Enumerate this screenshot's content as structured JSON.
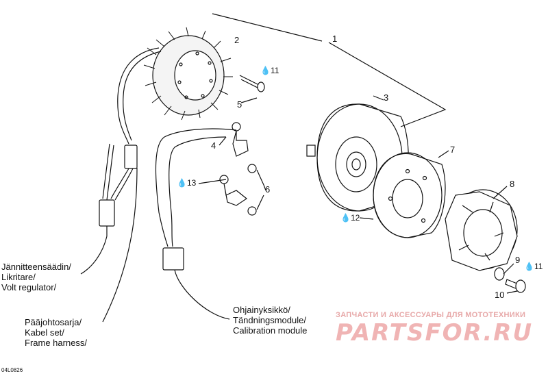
{
  "callouts": {
    "c1": "1",
    "c2": "2",
    "c3": "3",
    "c4": "4",
    "c5": "5",
    "c6": "6",
    "c7": "7",
    "c8": "8",
    "c9": "9",
    "c10": "10",
    "c11a": "11",
    "c11b": "11",
    "c12": "12",
    "c13": "13"
  },
  "labels": {
    "regulator": [
      "Jännitteensäädin/",
      "Likritare/",
      "Volt regulator/"
    ],
    "harness": [
      "Pääjohtosarja/",
      "Kabel set/",
      "Frame harness/"
    ],
    "module": [
      "Ohjainyksikkö/",
      "Tändningsmodule/",
      "Calibration module"
    ]
  },
  "drawing_code": "04L0826",
  "watermark": {
    "tagline": "ЗАПЧАСТИ И АКСЕССУАРЫ ДЛЯ МОТОТЕХНИКИ",
    "logo": "PARTSFOR.RU"
  },
  "icons": {
    "drop": "oil-drop-icon"
  },
  "colors": {
    "line": "#111111",
    "watermark": "#f0b4b4"
  }
}
